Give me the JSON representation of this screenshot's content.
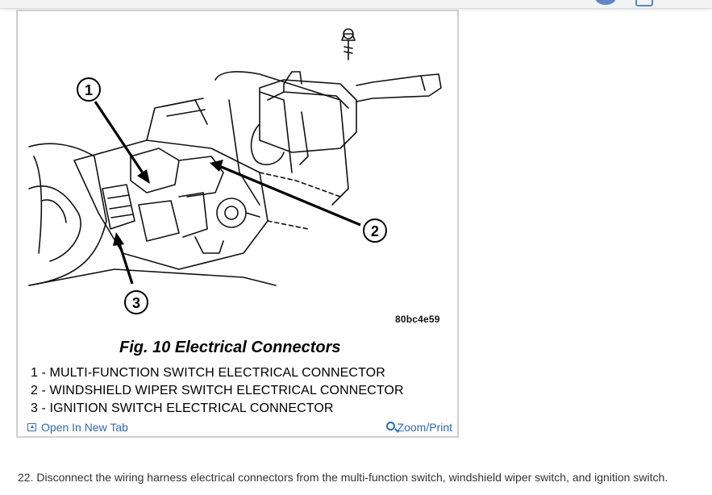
{
  "figure": {
    "image_code": "80bc4e59",
    "title": "Fig. 10 Electrical Connectors",
    "callouts": [
      "1",
      "2",
      "3"
    ],
    "legend": [
      "1 - MULTI-FUNCTION SWITCH ELECTRICAL CONNECTOR",
      "2 - WINDSHIELD WIPER SWITCH ELECTRICAL CONNECTOR",
      "3 - IGNITION SWITCH ELECTRICAL CONNECTOR"
    ]
  },
  "actions": {
    "open_new_tab": "Open In New Tab",
    "zoom_print": "Zoom/Print"
  },
  "step": {
    "text": "22. Disconnect the wiring harness electrical connectors from the multi-function switch, windshield wiper switch, and ignition switch."
  },
  "colors": {
    "link": "#2d6bb3",
    "border": "#cfcfcf"
  }
}
